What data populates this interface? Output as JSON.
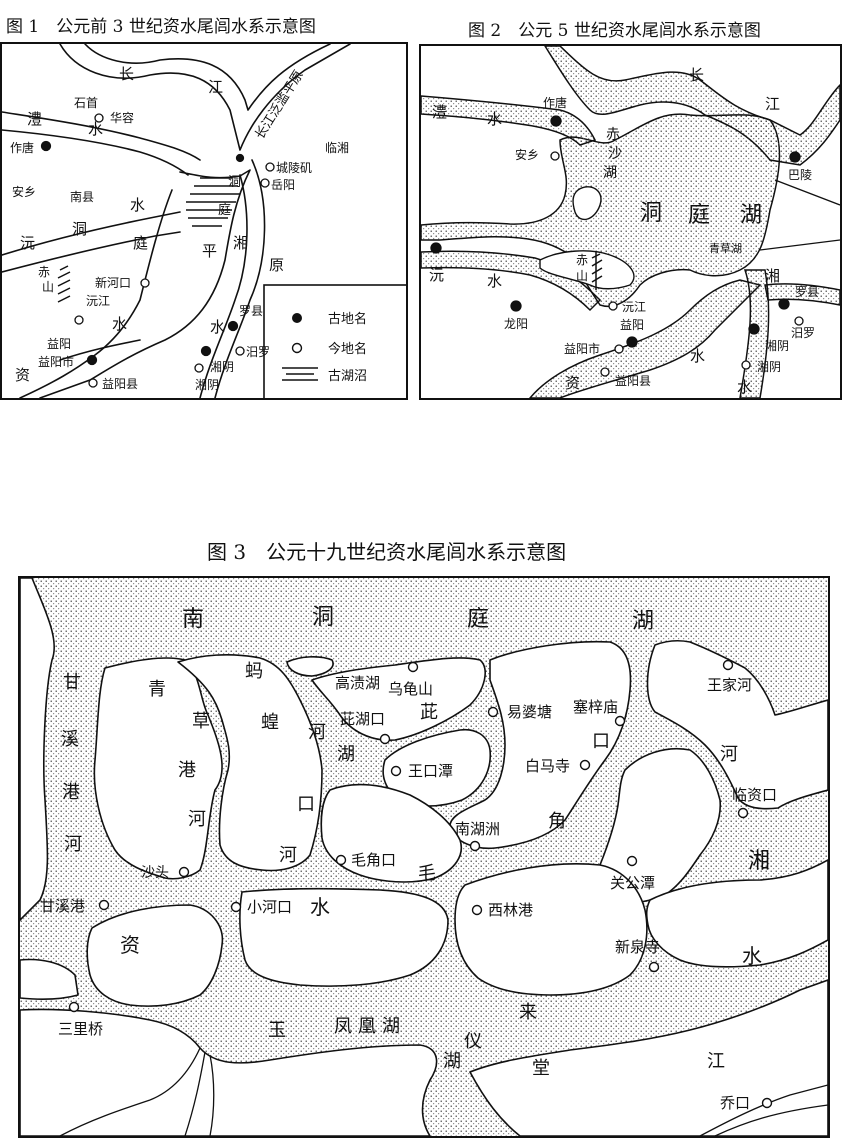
{
  "fig1": {
    "title": "图 1　公元前 3 世纪资水尾闾水系示意图",
    "labels": {
      "chang": "长",
      "jiang": "江",
      "shishou": "石首",
      "li": "澧",
      "shui_li": "水",
      "huarong": "华容",
      "zuotang": "作唐",
      "anxiang": "安乡",
      "nanxian": "南县",
      "shui_mid": "水",
      "yuan": "沅",
      "dong_l": "洞",
      "ting_l": "庭",
      "chishan_chi": "赤",
      "chishan_shan": "山",
      "xinhekou": "新河口",
      "yuanjiang": "沅江",
      "shui_yuan": "水",
      "yiyang": "益阳",
      "yiyangshi": "益阳市",
      "yiyangxian": "益阳县",
      "zi": "资",
      "ping": "平",
      "xiang": "湘",
      "yuan_plain": "原",
      "plain_name": "长江泛滥平原",
      "linxiang": "临湘",
      "chenglingji": "城陵矶",
      "yueyang": "岳阳",
      "dong": "洞",
      "ting": "庭",
      "luoxian": "罗县",
      "shui_xiang": "水",
      "miluo": "汨罗",
      "xiangyin_old": "湘阴",
      "xiangyin": "湘阴"
    },
    "legend": {
      "ancient": "古地名",
      "modern": "今地名",
      "marsh": "古湖沼"
    }
  },
  "fig2": {
    "title": "图 2　公元 5 世纪资水尾闾水系示意图",
    "labels": {
      "chang": "长",
      "jiang": "江",
      "li": "澧",
      "shui_li": "水",
      "zuotang": "作唐",
      "anxiang": "安乡",
      "chi": "赤",
      "sha": "沙",
      "hu_small": "湖",
      "baling": "巴陵",
      "dongtinghu_d": "洞",
      "dongtinghu_t": "庭",
      "dongtinghu_h": "湖",
      "qingcaohu": "青草湖",
      "yuan": "沅",
      "shui_yuan": "水",
      "chishan_chi": "赤",
      "chishan_shan": "山",
      "yuanjiang": "沅江",
      "longyang": "龙阳",
      "yiyang": "益阳",
      "yiyangshi": "益阳市",
      "yiyangxian": "益阳县",
      "zi": "资",
      "shui_zi": "水",
      "xiang": "湘",
      "luoxian": "罗县",
      "miluo": "汨罗",
      "xiangyin_old": "湘阴",
      "xiangyin": "湘阴",
      "shui_xiang": "水"
    }
  },
  "fig3": {
    "title": "图 3　公元十九世纪资水尾闾水系示意图",
    "labels": {
      "nan": "南",
      "dong": "洞",
      "ting": "庭",
      "hu": "湖",
      "gan": "甘",
      "xi": "溪",
      "gang": "港",
      "he": "河",
      "qing": "青",
      "cao": "草",
      "gang2": "港",
      "he2": "河",
      "ma": "蚂",
      "huang": "蝗",
      "he3": "河",
      "hu3": "湖",
      "kou": "口",
      "he4": "河",
      "gaozhenhu": "高渍湖",
      "wuguishan": "乌龟山",
      "cihukou": "茈湖口",
      "ci": "茈",
      "yipotang": "易婆塘",
      "saizimiao": "塞梓庙",
      "kou2": "口",
      "wangkoutan": "王口潭",
      "baimasi": "白马寺",
      "jiao": "角",
      "nanhuzhou": "南湖洲",
      "maojiaokou": "毛角口",
      "mao": "毛",
      "wangjiahe": "王家河",
      "he5": "河",
      "linzikou": "临资口",
      "xiang": "湘",
      "guangongtan": "关公潭",
      "shatou": "沙头",
      "ganxigang": "甘溪港",
      "xiaohekou": "小河口",
      "shui": "水",
      "xilingang": "西林港",
      "zi": "资",
      "xinquansi": "新泉寺",
      "shui2": "水",
      "sanliqiao": "三里桥",
      "yu": "玉",
      "fenghuanghu": "凤凰湖",
      "yi": "仪",
      "lai": "来",
      "hu2": "湖",
      "tang": "堂",
      "jiang": "江",
      "qiaokou": "乔口"
    }
  }
}
